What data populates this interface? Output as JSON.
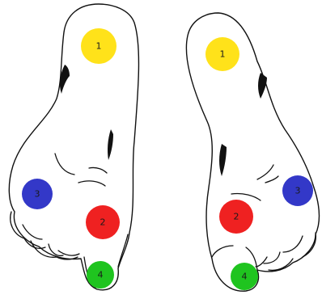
{
  "colors": {
    "point_1": "#ffe21a",
    "point_2": "#ef2121",
    "point_3": "#3338c8",
    "point_4": "#1fc41f"
  },
  "left_foot": {
    "markers": [
      {
        "label": "1",
        "color_key": "point_1"
      },
      {
        "label": "3",
        "color_key": "point_3"
      },
      {
        "label": "2",
        "color_key": "point_2"
      },
      {
        "label": "4",
        "color_key": "point_4"
      }
    ]
  },
  "right_foot": {
    "markers": [
      {
        "label": "1",
        "color_key": "point_1"
      },
      {
        "label": "3",
        "color_key": "point_3"
      },
      {
        "label": "2",
        "color_key": "point_2"
      },
      {
        "label": "4",
        "color_key": "point_4"
      }
    ]
  }
}
